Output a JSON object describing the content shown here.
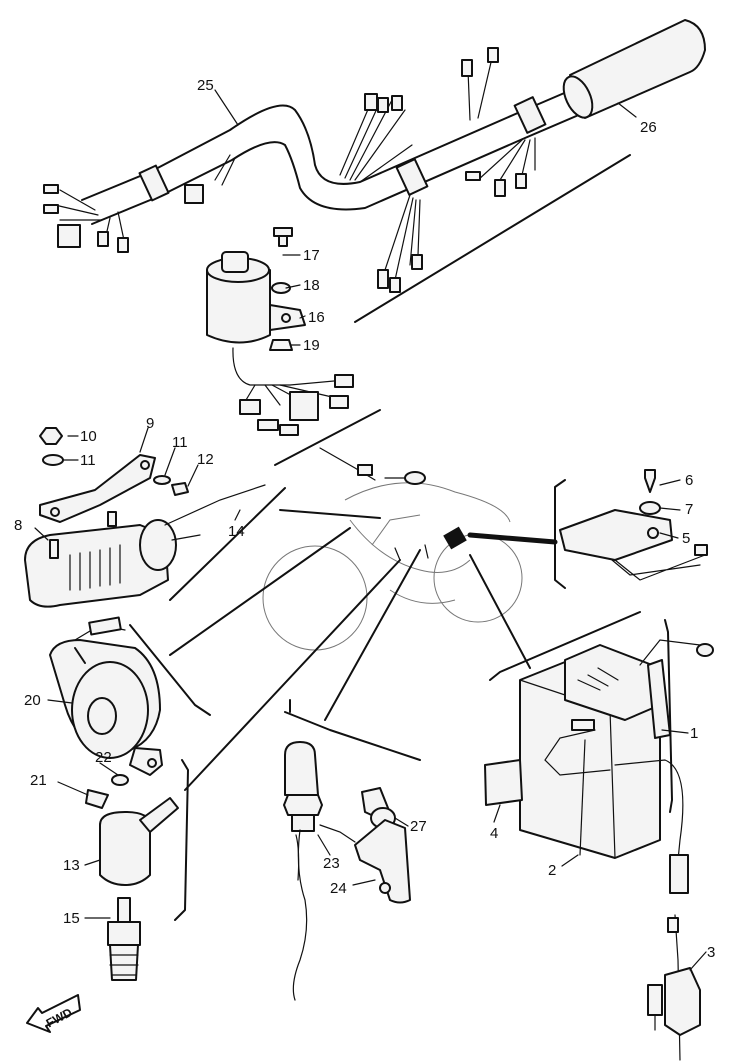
{
  "labels": [
    {
      "id": "1",
      "text": "1"
    },
    {
      "id": "2",
      "text": "2"
    },
    {
      "id": "3",
      "text": "3"
    },
    {
      "id": "4",
      "text": "4"
    },
    {
      "id": "5",
      "text": "5"
    },
    {
      "id": "6",
      "text": "6"
    },
    {
      "id": "7",
      "text": "7"
    },
    {
      "id": "8",
      "text": "8"
    },
    {
      "id": "9",
      "text": "9"
    },
    {
      "id": "10",
      "text": "10"
    },
    {
      "id": "11a",
      "text": "11"
    },
    {
      "id": "11b",
      "text": "11"
    },
    {
      "id": "12",
      "text": "12"
    },
    {
      "id": "13",
      "text": "13"
    },
    {
      "id": "14",
      "text": "14"
    },
    {
      "id": "15",
      "text": "15"
    },
    {
      "id": "16",
      "text": "16"
    },
    {
      "id": "17",
      "text": "17"
    },
    {
      "id": "18",
      "text": "18"
    },
    {
      "id": "19",
      "text": "19"
    },
    {
      "id": "20",
      "text": "20"
    },
    {
      "id": "21",
      "text": "21"
    },
    {
      "id": "22",
      "text": "22"
    },
    {
      "id": "23",
      "text": "23"
    },
    {
      "id": "24",
      "text": "24"
    },
    {
      "id": "25",
      "text": "25"
    },
    {
      "id": "26",
      "text": "26"
    },
    {
      "id": "27",
      "text": "27"
    }
  ],
  "fwd_marker": "FWD"
}
